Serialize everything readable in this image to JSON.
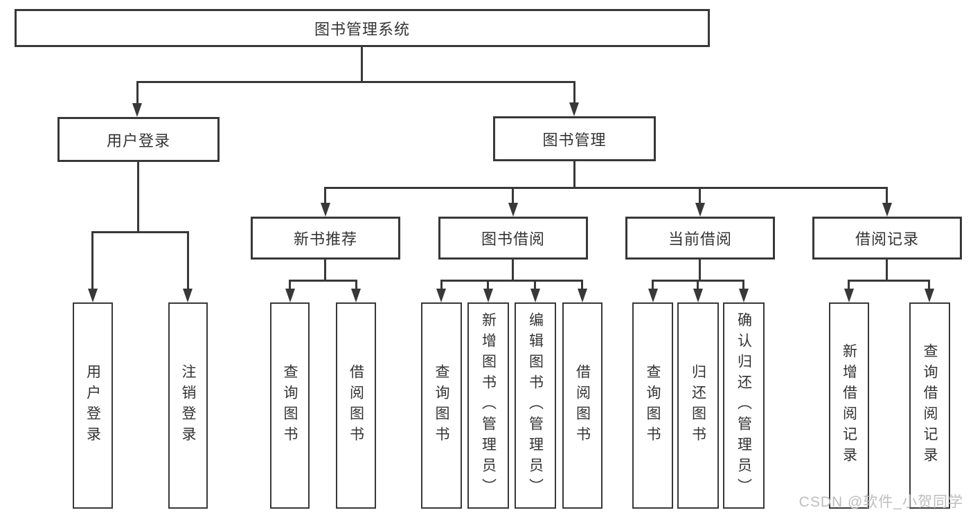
{
  "diagram": {
    "title": "图书管理系统",
    "watermark": "CSDN @软件_小贺同学",
    "colors": {
      "line": "#383838",
      "text": "#333333",
      "watermark": "#bdbdbd",
      "background": "#ffffff"
    },
    "level2": [
      {
        "label": "用户登录"
      },
      {
        "label": "图书管理"
      }
    ],
    "level3": [
      {
        "label": "新书推荐",
        "parent": "图书管理"
      },
      {
        "label": "图书借阅",
        "parent": "图书管理"
      },
      {
        "label": "当前借阅",
        "parent": "图书管理"
      },
      {
        "label": "借阅记录",
        "parent": "图书管理"
      }
    ],
    "leaves": [
      {
        "label": "用户登录",
        "parent": "用户登录"
      },
      {
        "label": "注销登录",
        "parent": "用户登录"
      },
      {
        "label": "查询图书",
        "parent": "新书推荐"
      },
      {
        "label": "借阅图书",
        "parent": "新书推荐"
      },
      {
        "label": "查询图书",
        "parent": "图书借阅"
      },
      {
        "label": "新增图书（管理员）",
        "parent": "图书借阅"
      },
      {
        "label": "编辑图书（管理员）",
        "parent": "图书借阅"
      },
      {
        "label": "借阅图书",
        "parent": "图书借阅"
      },
      {
        "label": "查询图书",
        "parent": "当前借阅"
      },
      {
        "label": "归还图书",
        "parent": "当前借阅"
      },
      {
        "label": "确认归还（管理员）",
        "parent": "当前借阅"
      },
      {
        "label": "新增借阅记录",
        "parent": "借阅记录"
      },
      {
        "label": "查询借阅记录",
        "parent": "借阅记录"
      }
    ]
  }
}
